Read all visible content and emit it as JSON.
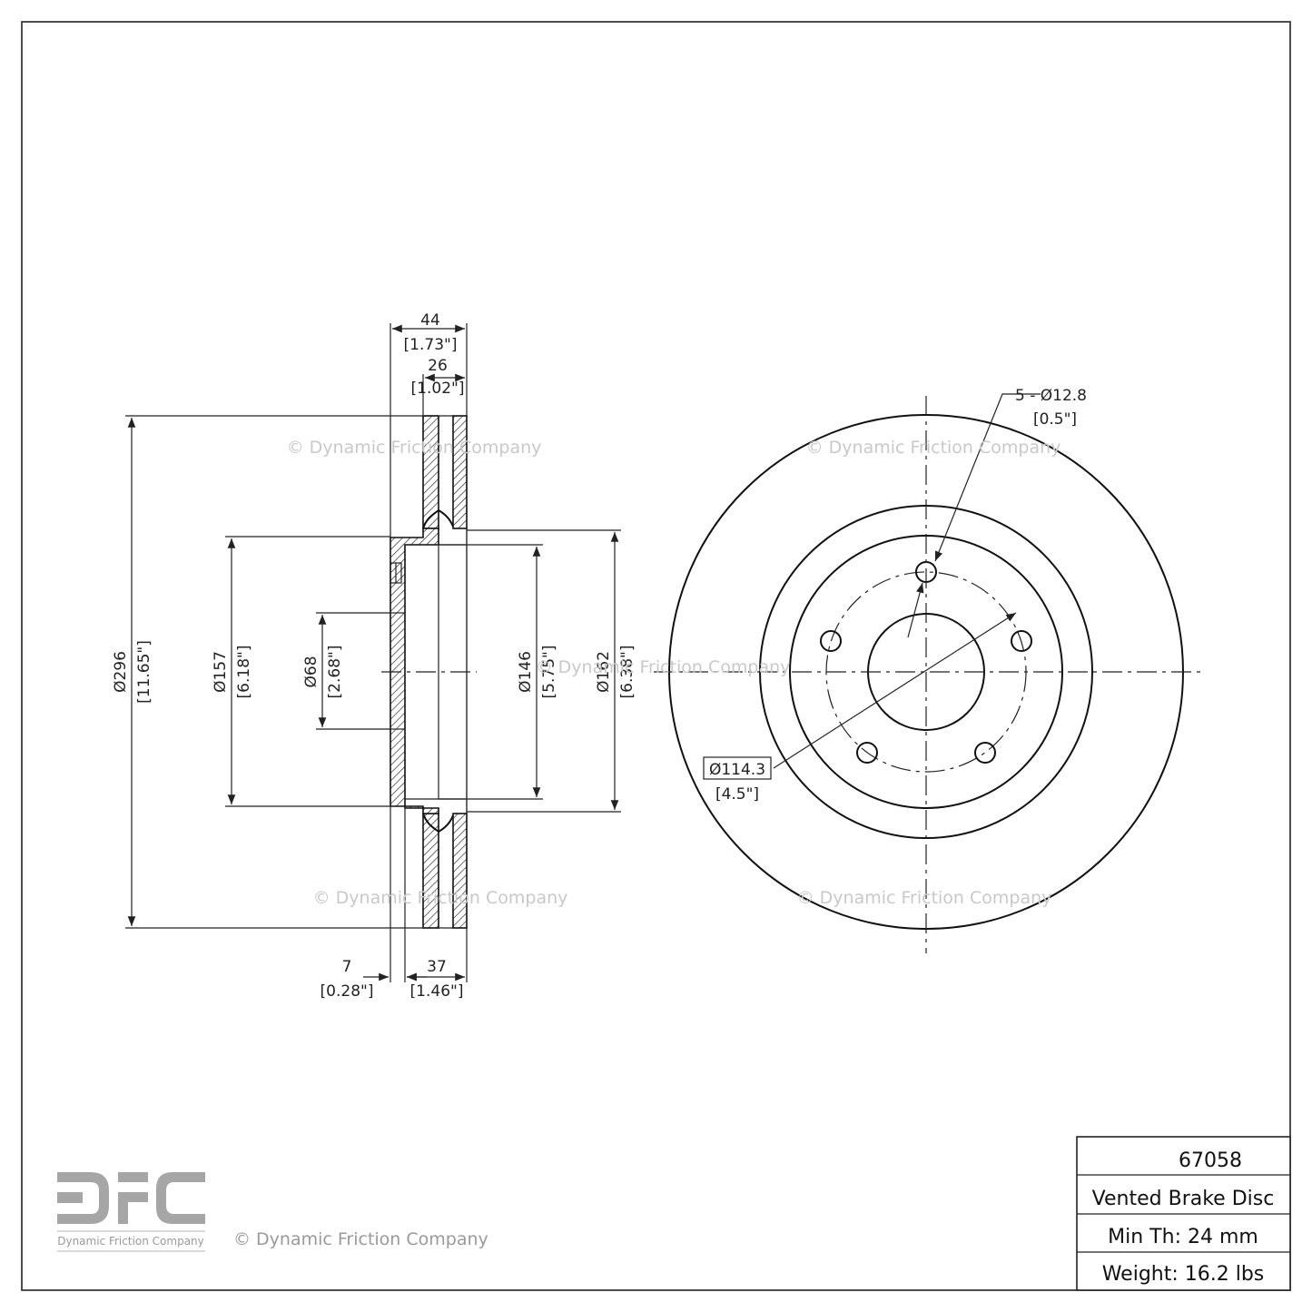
{
  "part": {
    "number": "67058",
    "type": "Vented Brake Disc",
    "min_thickness": "Min Th: 24 mm",
    "weight": "Weight: 16.2 lbs"
  },
  "logo": {
    "letters": "DFC",
    "tagline": "Dynamic Friction Company",
    "copyright": "© Dynamic Friction Company"
  },
  "watermark": "© Dynamic Friction Company",
  "side_view": {
    "overall_width": {
      "mm": "44",
      "in": "[1.73\"]"
    },
    "rotor_width": {
      "mm": "26",
      "in": "[1.02\"]"
    },
    "outer_diameter": {
      "mm": "Ø296",
      "in": "[11.65\"]"
    },
    "hat_diameter": {
      "mm": "Ø157",
      "in": "[6.18\"]"
    },
    "center_bore": {
      "mm": "Ø68",
      "in": "[2.68\"]"
    },
    "inner_hat": {
      "mm": "Ø146",
      "in": "[5.75\"]"
    },
    "hat_outer": {
      "mm": "Ø162",
      "in": "[6.38\"]"
    },
    "hat_thickness": {
      "mm": "7",
      "in": "[0.28\"]"
    },
    "hat_height": {
      "mm": "37",
      "in": "[1.46\"]"
    }
  },
  "front_view": {
    "bolt_holes": {
      "mm": "5 - Ø12.8",
      "in": "[0.5\"]"
    },
    "bolt_circle": {
      "mm": "Ø114.3",
      "in": "[4.5\"]"
    }
  }
}
